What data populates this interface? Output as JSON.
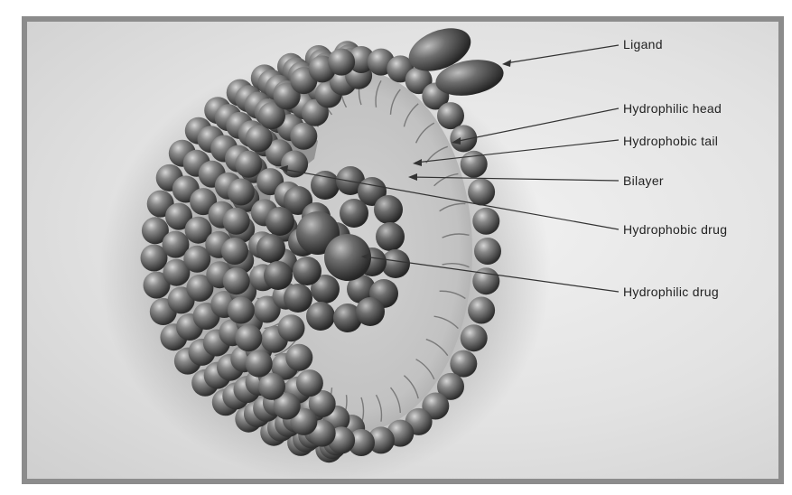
{
  "labels": {
    "ligand": "Ligand",
    "hydrophilic_head": "Hydrophilic head",
    "hydrophobic_tail": "Hydrophobic tail",
    "bilayer": "Bilayer",
    "hydrophobic_drug": "Hydrophobic drug",
    "hydrophilic_drug": "Hydrophilic drug"
  }
}
